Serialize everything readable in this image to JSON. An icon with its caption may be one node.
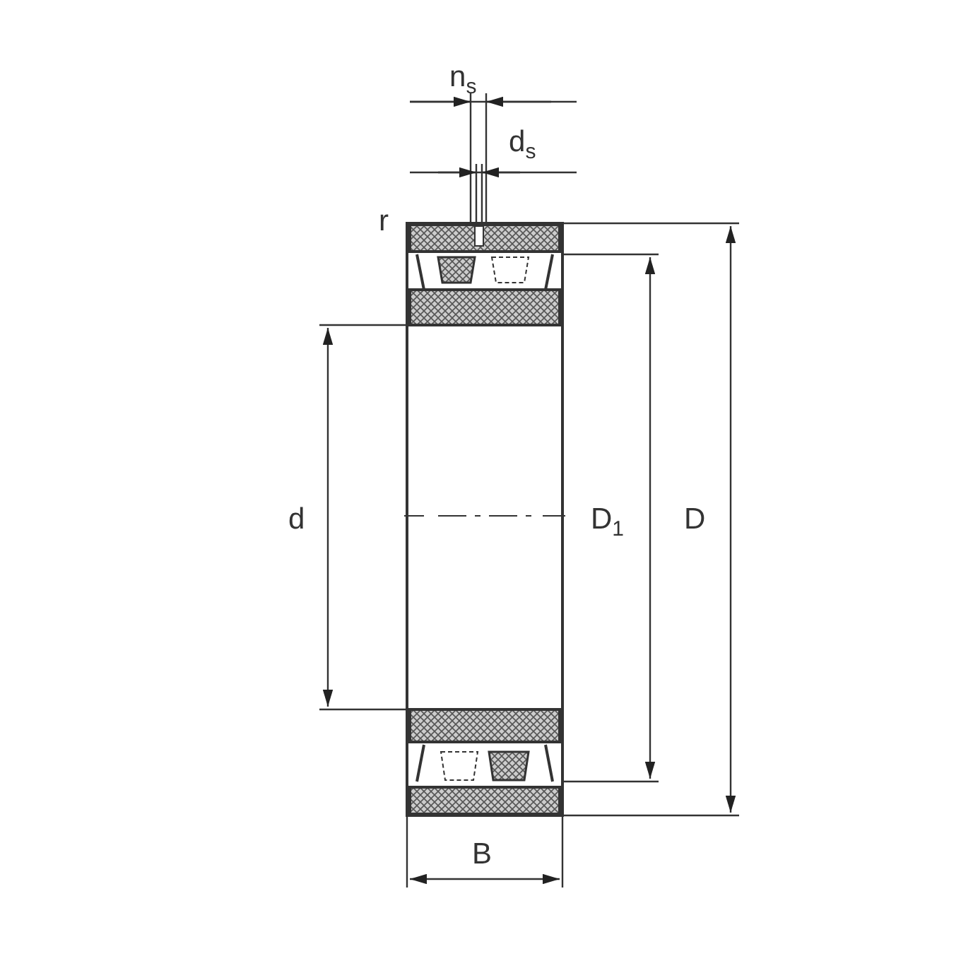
{
  "diagram": {
    "labels": [
      "n$_{s}$",
      "d$_{s}$",
      "r",
      "d",
      "D$_{1}$",
      "D",
      "B"
    ]
  }
}
